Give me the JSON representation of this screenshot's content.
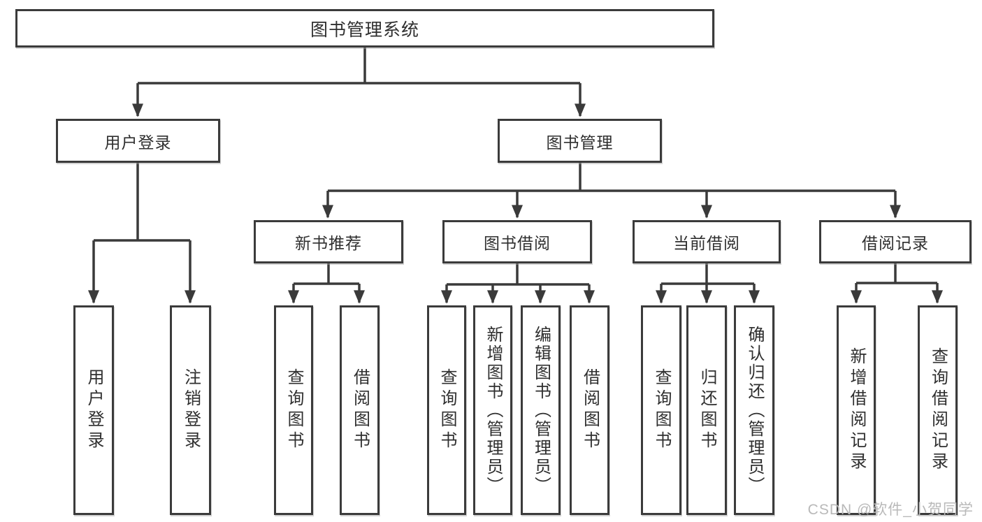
{
  "diagram": {
    "root": {
      "label": "图书管理系统"
    },
    "branches": [
      {
        "label": "用户登录",
        "children": [
          {
            "label": "用户登录"
          },
          {
            "label": "注销登录"
          }
        ]
      },
      {
        "label": "图书管理",
        "children": [
          {
            "label": "新书推荐",
            "children": [
              {
                "label": "查询图书"
              },
              {
                "label": "借阅图书"
              }
            ]
          },
          {
            "label": "图书借阅",
            "children": [
              {
                "label": "查询图书"
              },
              {
                "label": "新增图书（管理员）"
              },
              {
                "label": "编辑图书（管理员）"
              },
              {
                "label": "借阅图书"
              }
            ]
          },
          {
            "label": "当前借阅",
            "children": [
              {
                "label": "查询图书"
              },
              {
                "label": "归还图书"
              },
              {
                "label": "确认归还（管理员）"
              }
            ]
          },
          {
            "label": "借阅记录",
            "children": [
              {
                "label": "新增借阅记录"
              },
              {
                "label": "查询借阅记录"
              }
            ]
          }
        ]
      }
    ],
    "watermark": "CSDN @软件_小贺同学",
    "colors": {
      "line": "#3a3a3a",
      "border": "#3b3b3b",
      "text": "#2f2f2f",
      "watermark": "#b9b9b9",
      "background": "#ffffff"
    }
  }
}
